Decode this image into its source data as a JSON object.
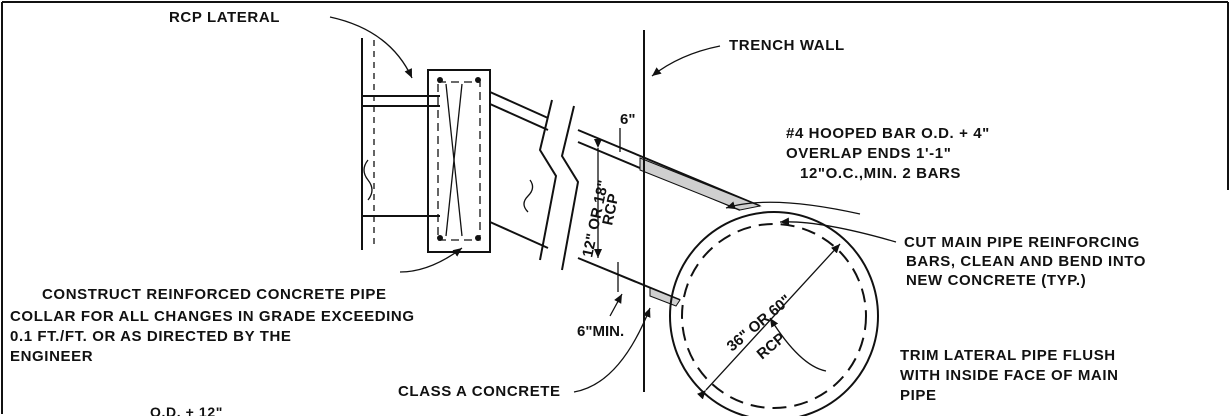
{
  "labels": {
    "rcp_lateral": "RCP LATERAL",
    "trench_wall": "TRENCH WALL",
    "hooped_bar_1": "#4 HOOPED BAR O.D. + 4\"",
    "hooped_bar_2": "OVERLAP ENDS 1'-1\"",
    "hooped_bar_3": "12\"O.C.,MIN. 2 BARS",
    "cut_main_1": "CUT MAIN PIPE REINFORCING",
    "cut_main_2": "BARS, CLEAN AND BEND INTO",
    "cut_main_3": "NEW CONCRETE (TYP.)",
    "collar_1": "CONSTRUCT REINFORCED CONCRETE PIPE",
    "collar_2": "COLLAR FOR ALL CHANGES IN GRADE EXCEEDING",
    "collar_3": "0.1 FT./FT. OR AS DIRECTED BY THE",
    "collar_4": "ENGINEER",
    "trim_1": "TRIM LATERAL PIPE FLUSH",
    "trim_2": "WITH INSIDE FACE OF MAIN",
    "trim_3": "PIPE",
    "class_a": "CLASS A CONCRETE",
    "bottom_partial": "O.D. + 12\""
  },
  "dimensions": {
    "top_clear": "6\"",
    "bottom_clear": "6\"MIN.",
    "lateral_dia": "12\" OR 18\"",
    "lateral_type": "RCP",
    "main_dia": "36\" OR 60\"",
    "main_type": "RCP"
  },
  "colors": {
    "ink": "#111111",
    "paper": "#ffffff"
  }
}
